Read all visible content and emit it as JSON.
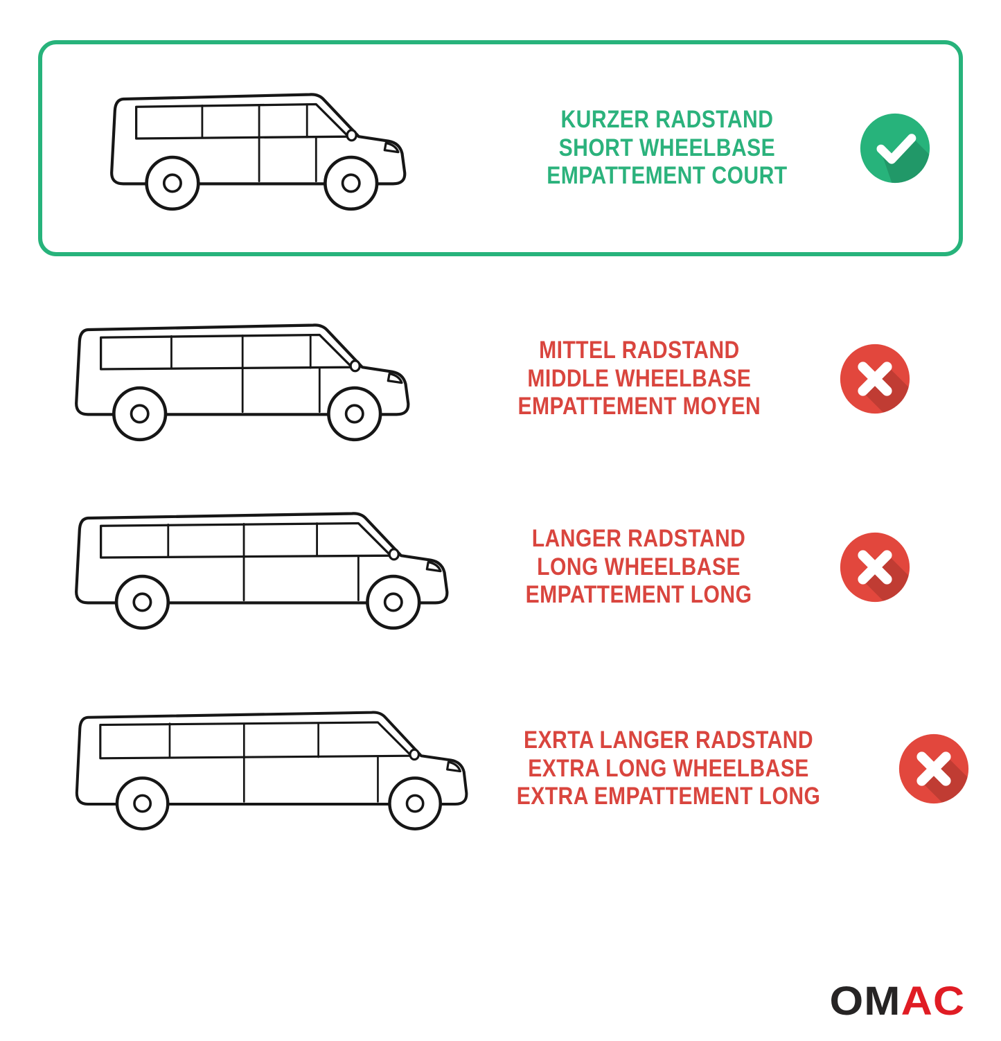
{
  "colors": {
    "green": "#27b37b",
    "green_text": "#2bb27c",
    "red": "#e2473d",
    "red_text": "#d9453e",
    "outline": "#161616",
    "logo_dark": "#262424",
    "logo_red": "#e01c24"
  },
  "rows": [
    {
      "name": "short-wheelbase",
      "highlighted": true,
      "van_icon": "short-wheelbase-van-icon",
      "status_icon": "check-icon",
      "lines": [
        "KURZER RADSTAND",
        "SHORT WHEELBASE",
        "EMPATTEMENT COURT"
      ]
    },
    {
      "name": "middle-wheelbase",
      "highlighted": false,
      "van_icon": "middle-wheelbase-van-icon",
      "status_icon": "cross-icon",
      "lines": [
        "MITTEL RADSTAND",
        "MIDDLE WHEELBASE",
        "EMPATTEMENT MOYEN"
      ]
    },
    {
      "name": "long-wheelbase",
      "highlighted": false,
      "van_icon": "long-wheelbase-van-icon",
      "status_icon": "cross-icon",
      "lines": [
        "LANGER RADSTAND",
        "LONG WHEELBASE",
        "EMPATTEMENT LONG"
      ]
    },
    {
      "name": "extra-long-wheelbase",
      "highlighted": false,
      "van_icon": "extra-long-wheelbase-van-icon",
      "status_icon": "cross-icon",
      "lines": [
        "EXRTA LANGER RADSTAND",
        "EXTRA LONG WHEELBASE",
        "EXTRA EMPATTEMENT LONG"
      ]
    }
  ],
  "logo": {
    "text": "OMAC",
    "dark_part": "OM",
    "red_part": "AC"
  }
}
